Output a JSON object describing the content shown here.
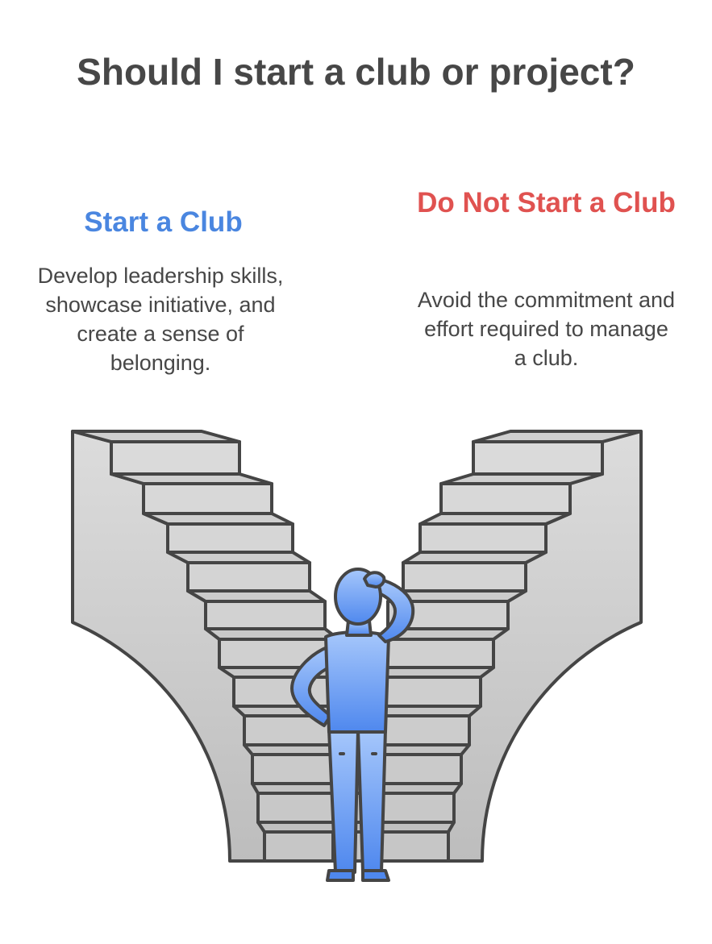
{
  "title": "Should I start a club or project?",
  "options": [
    {
      "heading": "Start a Club",
      "description": "Develop leadership skills, showcase initiative, and create a sense of belonging.",
      "color": "#4a86e0"
    },
    {
      "heading": "Do Not Start a Club",
      "description": "Avoid the commitment and effort required to manage a club.",
      "color": "#e05250"
    }
  ],
  "illustration": {
    "icon": "person-at-staircase-crossroads",
    "figure_color": "#7aa9f5",
    "stairs_color": "#d6d6d6",
    "outline_color": "#454545"
  }
}
